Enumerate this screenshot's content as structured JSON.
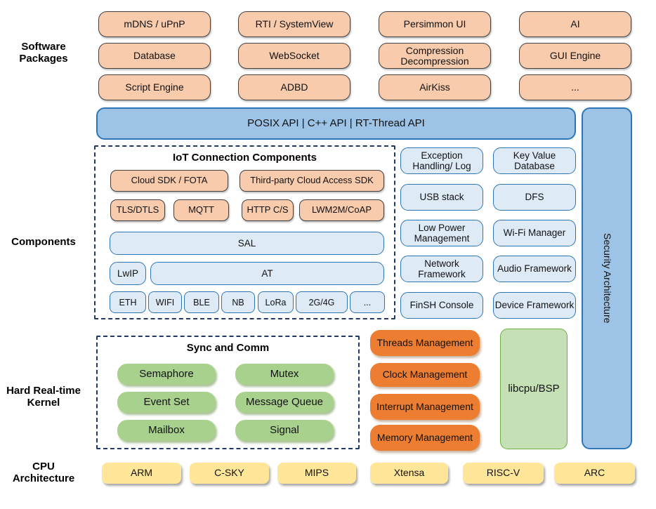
{
  "section_labels": {
    "software_packages": "Software Packages",
    "components": "Components",
    "kernel": "Hard Real-time Kernel",
    "cpu": "CPU Architecture"
  },
  "software_packages": {
    "items": [
      "mDNS / uPnP",
      "RTI / SystemView",
      "Persimmon UI",
      "AI",
      "Database",
      "WebSocket",
      "Compression Decompression",
      "GUI Engine",
      "Script Engine",
      "ADBD",
      "AirKiss",
      "..."
    ]
  },
  "api_bar": {
    "label": "POSIX API  |  C++ API  |  RT-Thread API"
  },
  "security_bar": {
    "label": "Security Architecture"
  },
  "iot": {
    "title": "IoT Connection Components",
    "sdk_row": [
      "Cloud SDK / FOTA",
      "Third-party Cloud Access SDK"
    ],
    "protocol_row": [
      "TLS/DTLS",
      "MQTT",
      "HTTP C/S",
      "LWM2M/CoAP"
    ],
    "sal": "SAL",
    "lwip": "LwIP",
    "at": "AT",
    "links": [
      "ETH",
      "WIFI",
      "BLE",
      "NB",
      "LoRa",
      "2G/4G",
      "..."
    ]
  },
  "components_right": {
    "items": [
      "Exception Handling/ Log",
      "Key Value Database",
      "USB stack",
      "DFS",
      "Low Power Management",
      "Wi-Fi Manager",
      "Network Framework",
      "Audio Framework",
      "FinSH Console",
      "Device Framework"
    ]
  },
  "kernel": {
    "sync_title": "Sync and Comm",
    "sync_items": [
      "Semaphore",
      "Mutex",
      "Event Set",
      "Message Queue",
      "Mailbox",
      "Signal"
    ],
    "mgmt_items": [
      "Threads Management",
      "Clock Management",
      "Interrupt Management",
      "Memory Management"
    ],
    "libcpu": "libcpu/BSP"
  },
  "cpu_row": {
    "items": [
      "ARM",
      "C-SKY",
      "MIPS",
      "Xtensa",
      "RISC-V",
      "ARC"
    ]
  },
  "colors": {
    "peach": "#F8CBAD",
    "blue_bar": "#9DC3E6",
    "blue_border": "#2E75B6",
    "light_blue": "#DEEBF7",
    "green": "#A9D18E",
    "light_green": "#C5E0B4",
    "green_border": "#70AD47",
    "orange": "#ED7D31",
    "yellow": "#FFE699",
    "dash_border": "#1F3864"
  }
}
